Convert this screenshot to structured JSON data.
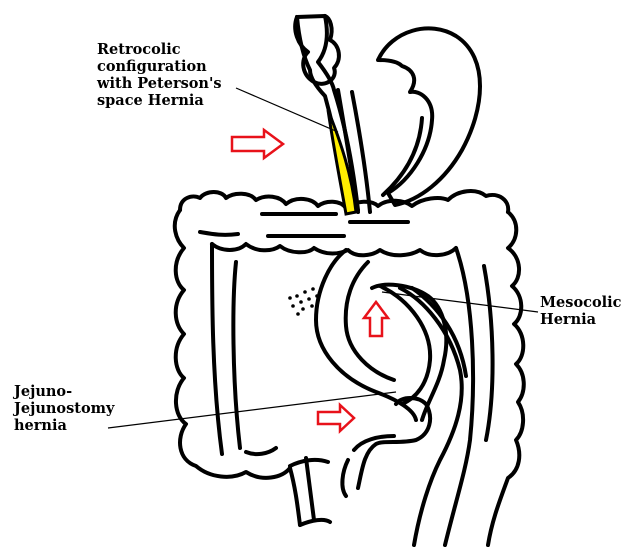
{
  "labels": {
    "retrocolic": [
      "Retrocolic",
      "configuration",
      "with Peterson's",
      "space Hernia"
    ],
    "mesocolic": [
      "Mesocolic",
      "Hernia"
    ],
    "jejuno": [
      "Jejuno-",
      "Jejunostomy",
      "hernia"
    ]
  },
  "colors": {
    "outline": "#000000",
    "highlight": "#ffee00",
    "arrow": "#e8121a"
  },
  "icons": {
    "arrows": [
      "arrow-right-icon",
      "arrow-up-icon",
      "arrow-right-icon"
    ]
  }
}
